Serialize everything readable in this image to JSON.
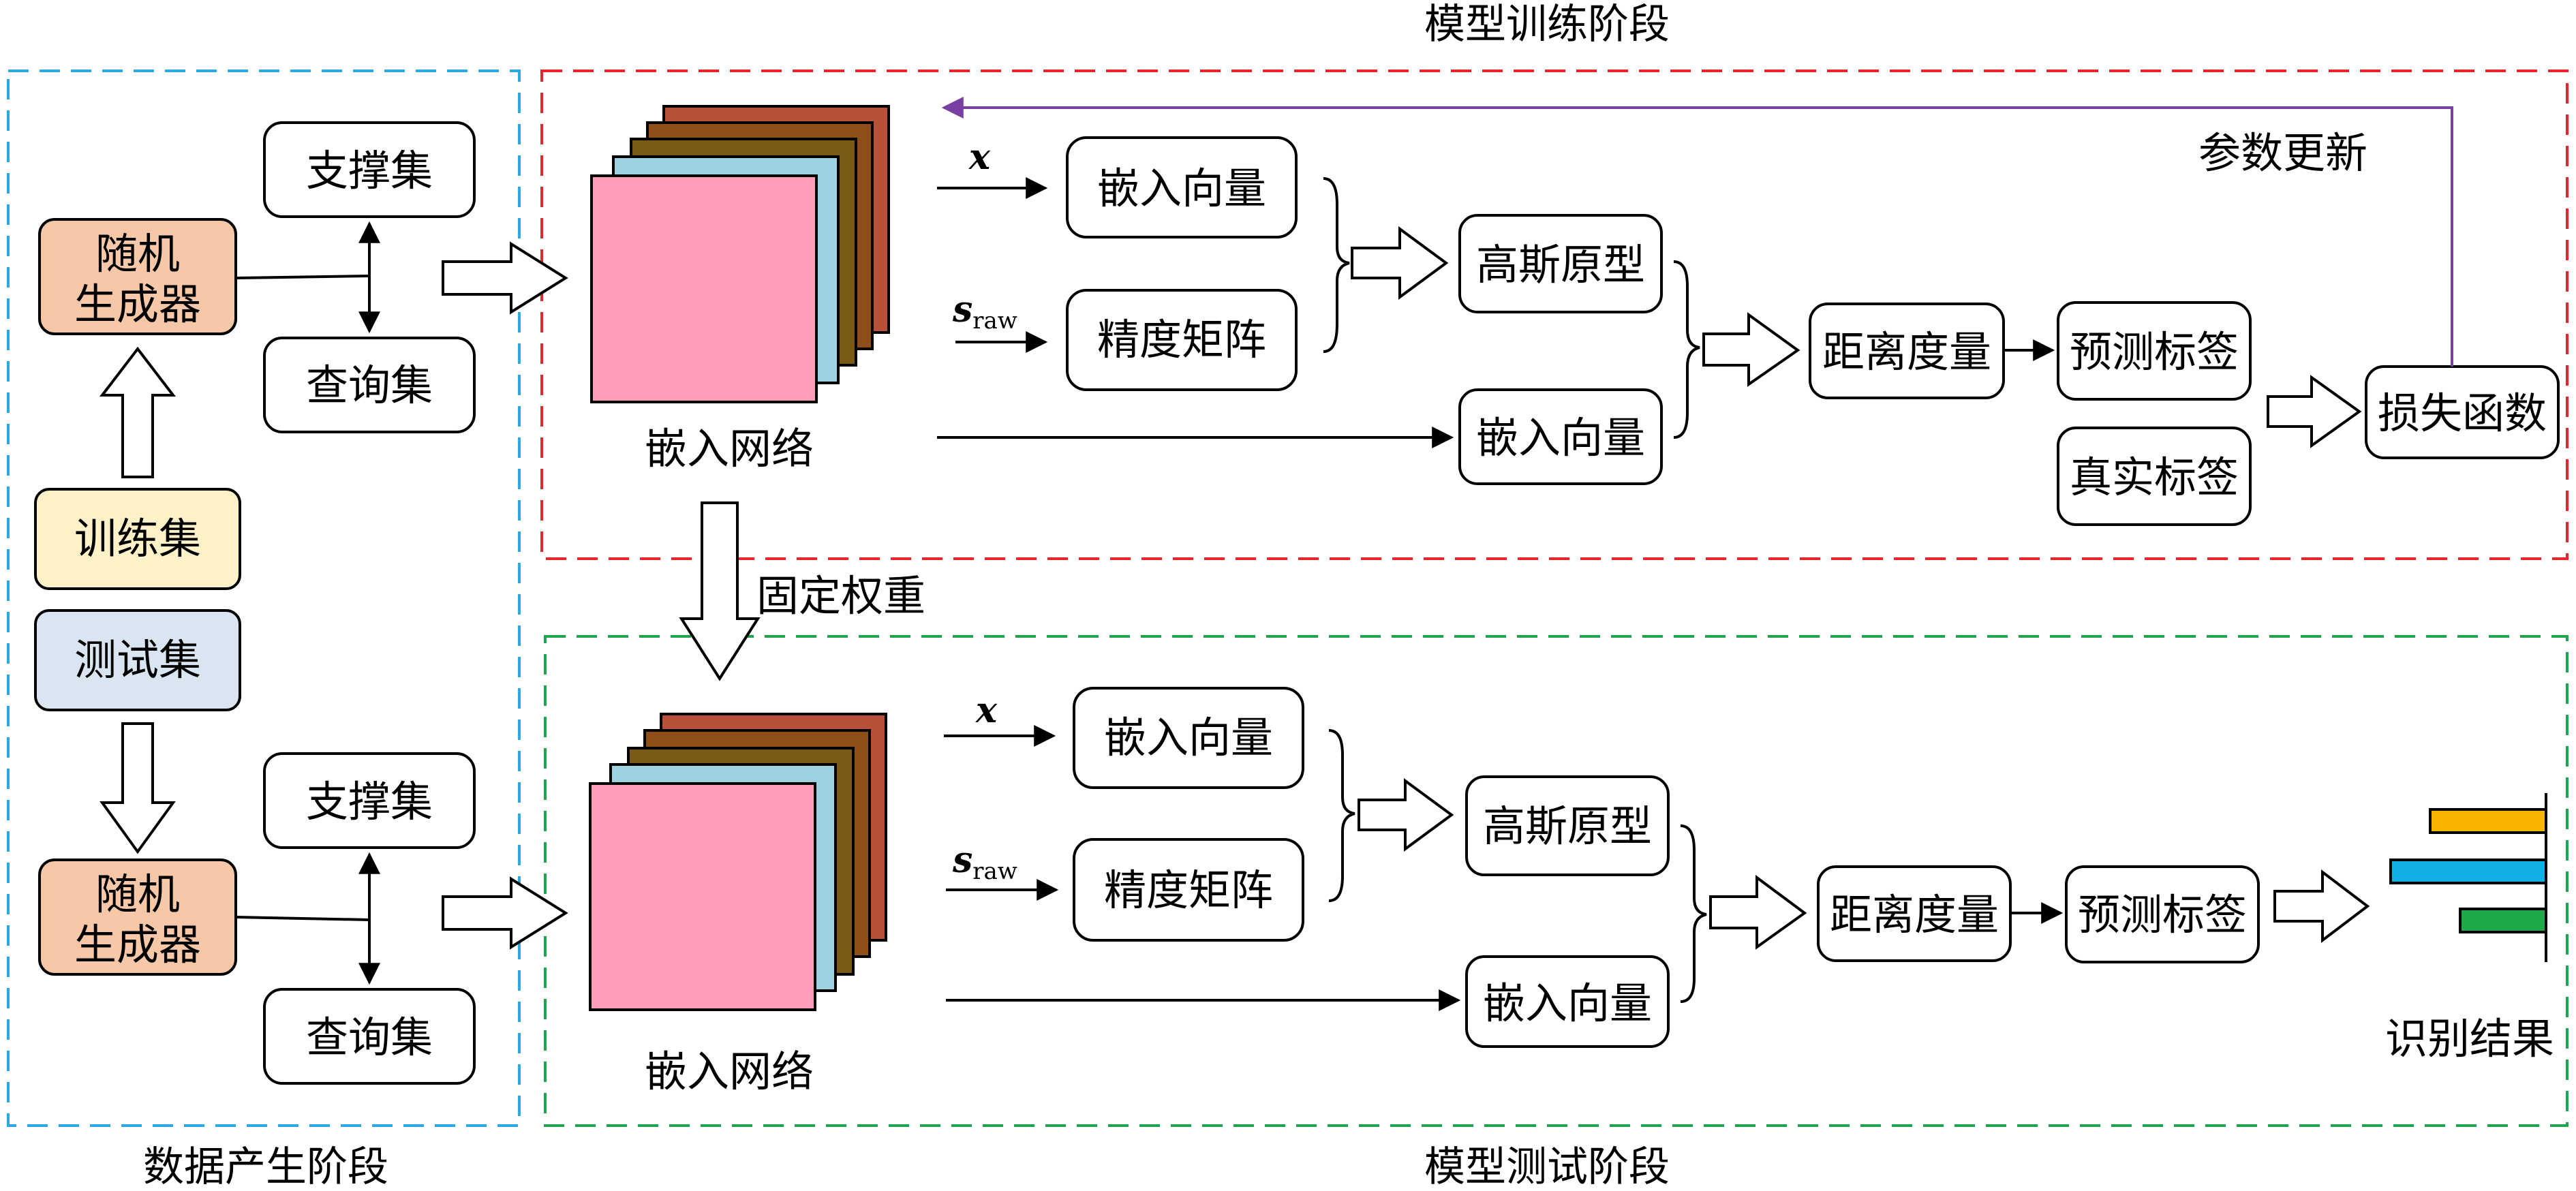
{
  "colors": {
    "data_stage": "#29abe2",
    "train_stage": "#e8252b",
    "test_stage": "#1fa450",
    "update": "#7a3fa3",
    "generator": "#f7c8a8",
    "train_set": "#fff2c9",
    "test_set": "#d9e6f2",
    "layer_front": "#ff9eb8",
    "layer_2": "#9ed2e0",
    "layer_3": "#7a5a14",
    "layer_4": "#8f4f18",
    "layer_back": "#b8503a",
    "bar_1": "#f7b500",
    "bar_2": "#14aee6",
    "bar_3": "#1faa4a"
  },
  "stages": {
    "data": "数据产生阶段",
    "train": "模型训练阶段",
    "test": "模型测试阶段"
  },
  "data_stage": {
    "generator_line1": "随机",
    "generator_line2": "生成器",
    "support_set": "支撑集",
    "query_set": "查询集",
    "train_set": "训练集",
    "test_set": "测试集"
  },
  "train": {
    "embed_net": "嵌入网络",
    "x_var": "x",
    "s_var": "s",
    "s_sub": "raw",
    "embed_vec": "嵌入向量",
    "precision": "精度矩阵",
    "gauss_proto": "高斯原型",
    "embed_vec2": "嵌入向量",
    "distance": "距离度量",
    "pred_label": "预测标签",
    "true_label": "真实标签",
    "loss": "损失函数",
    "param_update": "参数更新"
  },
  "fixed_weights": "固定权重",
  "test": {
    "embed_net": "嵌入网络",
    "x_var": "x",
    "s_var": "s",
    "s_sub": "raw",
    "embed_vec": "嵌入向量",
    "precision": "精度矩阵",
    "gauss_proto": "高斯原型",
    "embed_vec2": "嵌入向量",
    "distance": "距离度量",
    "pred_label": "预测标签",
    "result": "识别结果"
  }
}
